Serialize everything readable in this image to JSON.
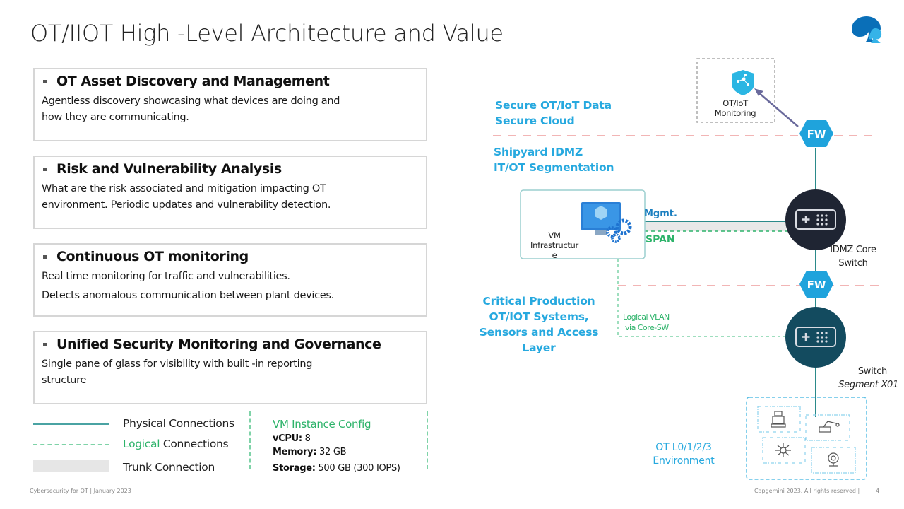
{
  "header": {
    "title": "OT/IIOT High  -Level Architecture and Value",
    "logo_icon": "spade-logo-icon"
  },
  "cards": [
    {
      "heading": "OT Asset Discovery and Management",
      "lines": [
        "Agentless discovery showcasing what devices are doing and",
        "how they are communicating."
      ]
    },
    {
      "heading": "Risk and Vulnerability Analysis",
      "lines": [
        "What are the risk associated and mitigation impacting OT",
        "environment. Periodic updates and vulnerability detection."
      ]
    },
    {
      "heading": "Continuous OT monitoring",
      "lines": [
        "Real time monitoring for traffic and vulnerabilities.",
        "Detects anomalous communication between plant devices."
      ]
    },
    {
      "heading": "Unified Security Monitoring and Governance",
      "lines": [
        "Single pane of glass for visibility with built  -in reporting",
        "structure"
      ]
    }
  ],
  "legend": {
    "physical": "Physical Connections",
    "logical_prefix": "Logical",
    "logical_suffix": " Connections",
    "trunk": "Trunk Connection"
  },
  "vm_config": {
    "title": "VM Instance Config",
    "vcpu_label": "vCPU:",
    "vcpu_value": " 8",
    "memory_label": "Memory:",
    "memory_value": " 32 GB",
    "storage_label": "Storage:",
    "storage_value": " 500 GB (300 IOPS)"
  },
  "footer": {
    "left": "Cybersecurity for OT  |  January 2023",
    "right": "Capgemini 2023. All rights reserved |",
    "page": "4"
  },
  "diagram": {
    "zones": {
      "cloud_line1": "Secure OT/IoT Data",
      "cloud_line2": "Secure Cloud",
      "idmz_line1": "Shipyard IDMZ",
      "idmz_line2": "IT/OT Segmentation",
      "critical_line1": "Critical Production",
      "critical_line2": "OT/IOT Systems,",
      "critical_line3": "Sensors and Access",
      "critical_line4": "Layer",
      "env_line1": "OT L0/1/2/3",
      "env_line2": "Environment"
    },
    "monitoring": {
      "line1": "OT/IoT",
      "line2": "Monitoring"
    },
    "firewall_label": "FW",
    "vm": {
      "line1": "VM",
      "line2": "Infrastructur",
      "line3": "e"
    },
    "mgmt_label": "Mgmt.",
    "span_label": "SPAN",
    "logical_vlan": {
      "line1": "Logical VLAN",
      "line2": "via Core-SW"
    },
    "core_switch": {
      "line1": "IDMZ Core",
      "line2": "Switch"
    },
    "segment_switch": {
      "line1": "Switch",
      "line2": "Segment X01"
    },
    "devices": [
      "robot-icon",
      "robotic-arm-icon",
      "network-hub-icon",
      "camera-icon"
    ],
    "colors": {
      "accent_blue": "#27a9df",
      "teal_line": "#2b8a8a",
      "logical_green": "#2db36a",
      "zone_divider": "#f2b5b5",
      "core_switch": "#1f2533",
      "segment_switch": "#134b5f",
      "firewall": "#1fa3dc"
    }
  }
}
